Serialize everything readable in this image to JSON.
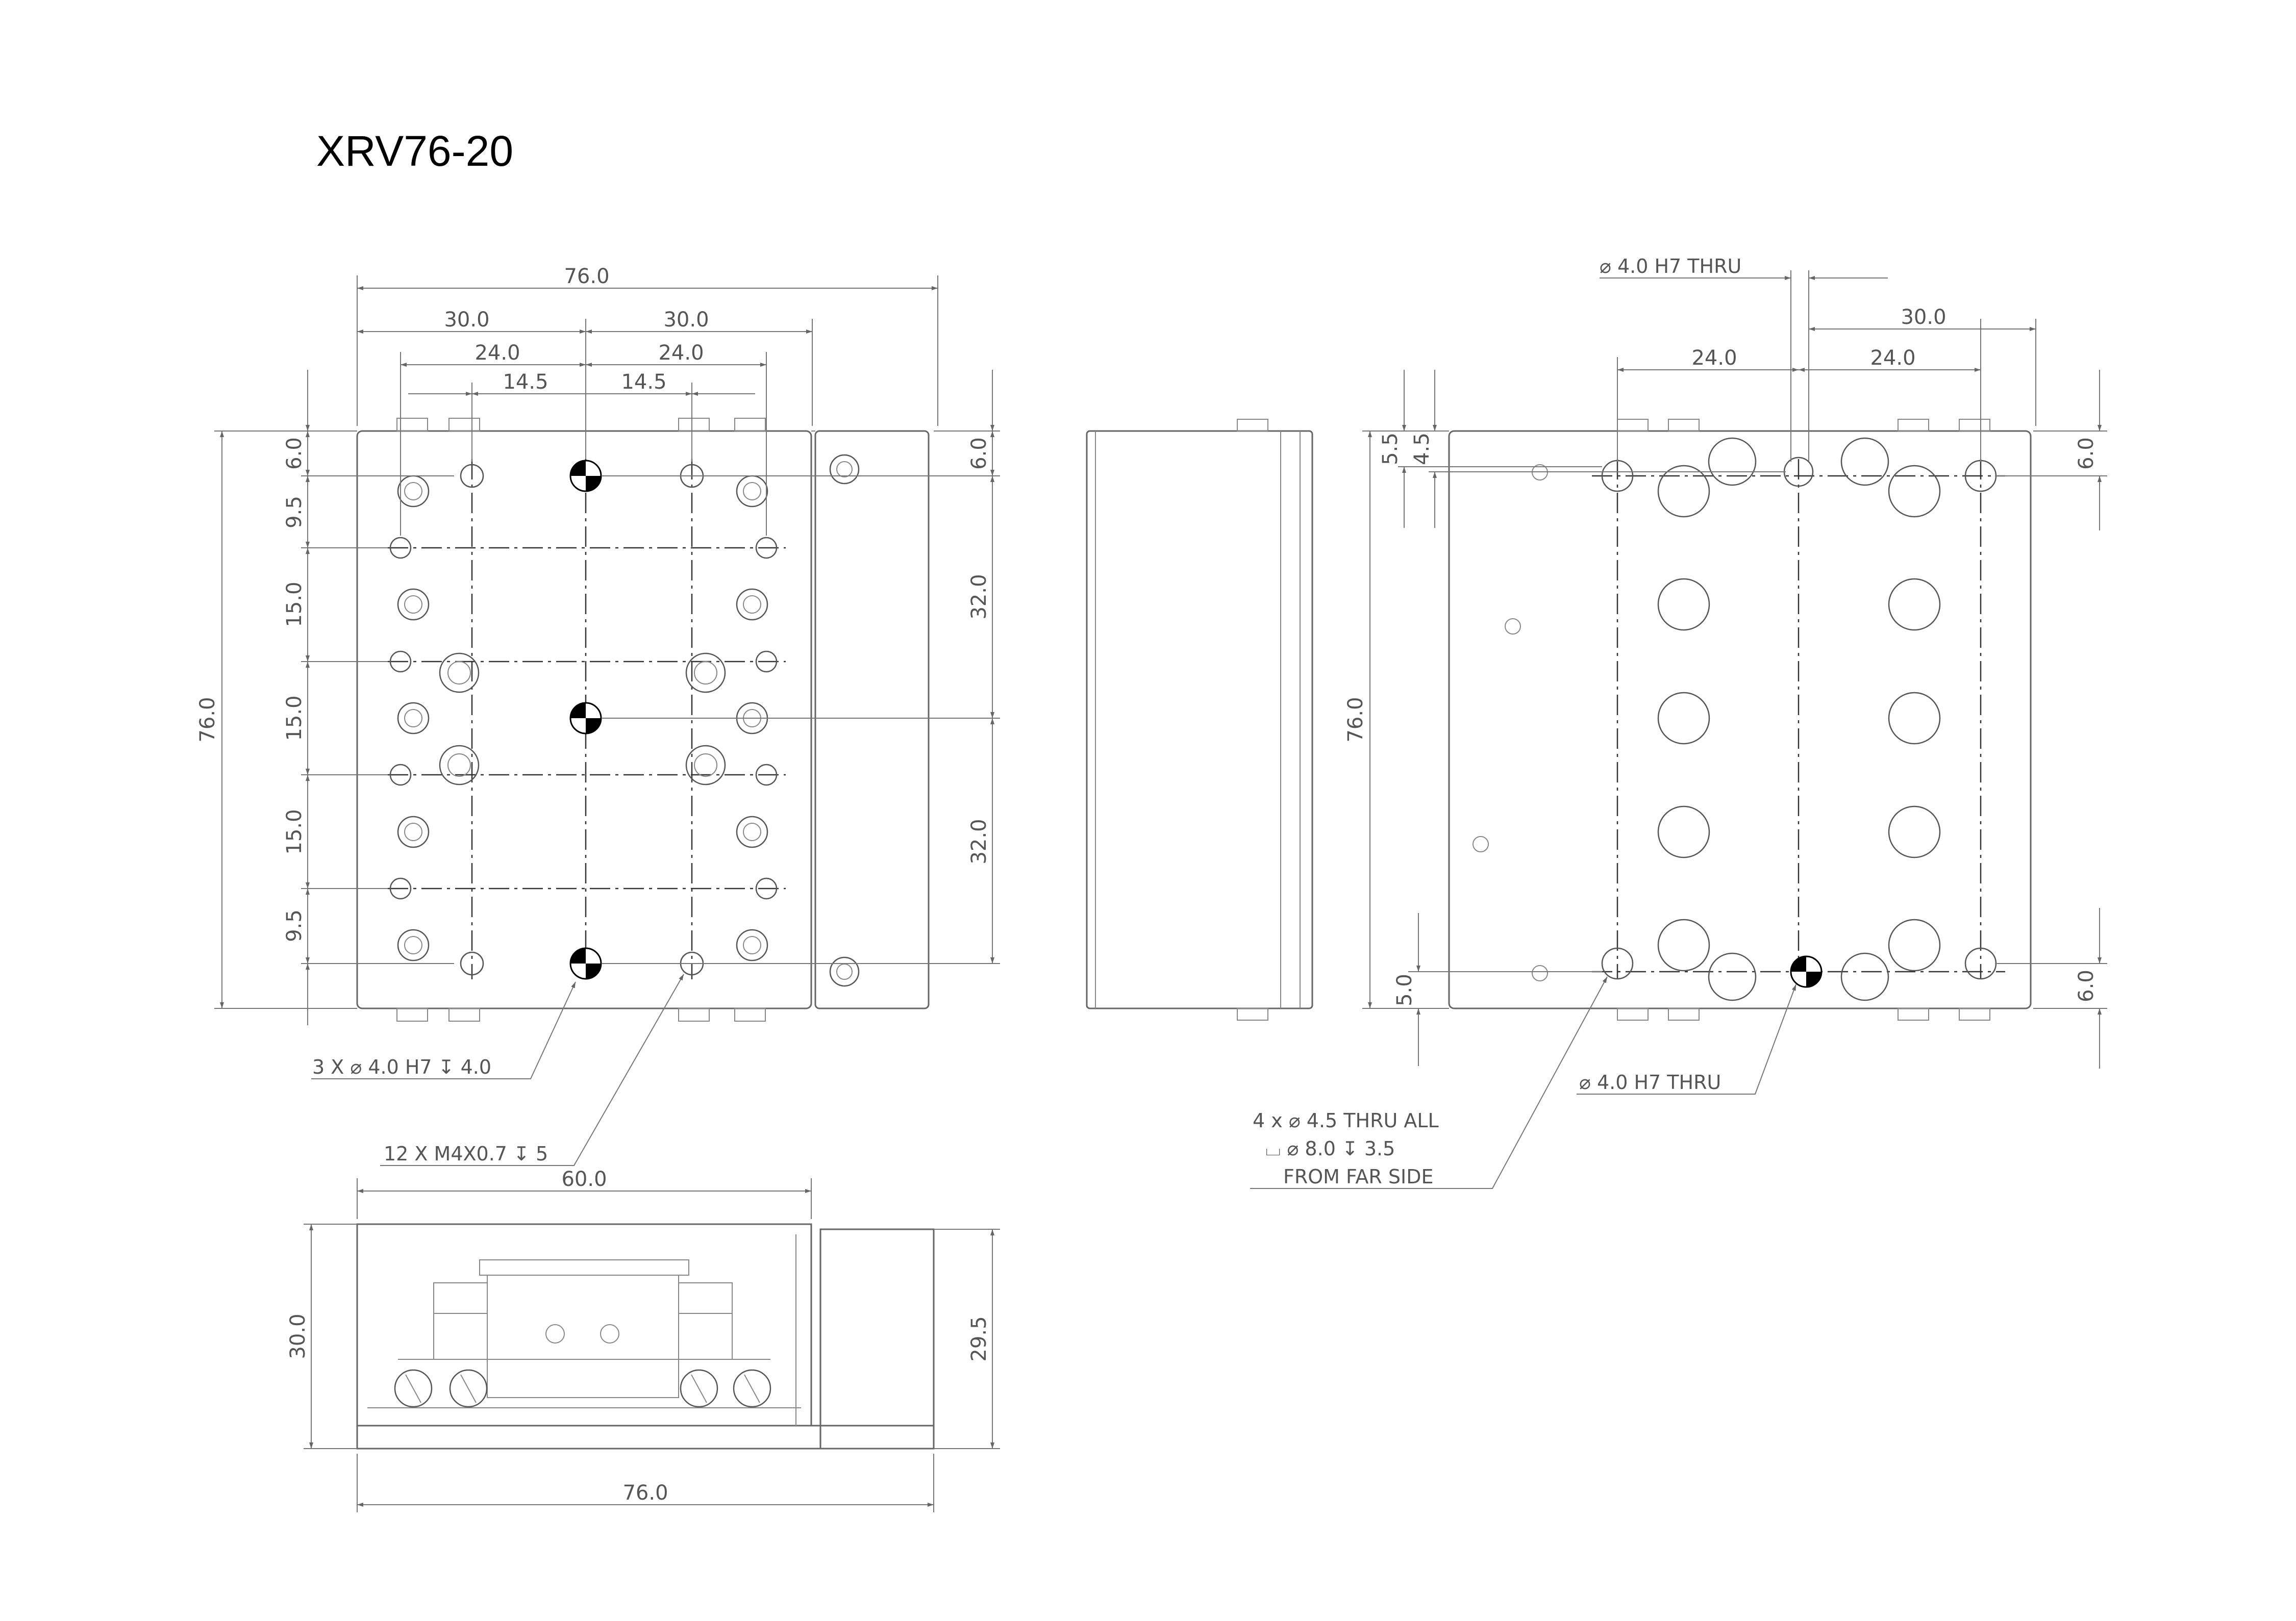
{
  "title": "XRV76-20",
  "top_view": {
    "dims_h": [
      "76.0",
      "30.0",
      "30.0",
      "24.0",
      "24.0",
      "14.5",
      "14.5"
    ],
    "dims_left": [
      "6.0",
      "9.5",
      "15.0",
      "15.0",
      "15.0",
      "9.5"
    ],
    "dim_overall": "76.0",
    "dims_right": [
      "6.0",
      "32.0",
      "32.0"
    ],
    "callouts": [
      "3 X ⌀ 4.0 H7 ↧ 4.0",
      "12 X M4X0.7 ↧ 5"
    ]
  },
  "front_view": {
    "dim_top": "60.0",
    "dim_left": "30.0",
    "dim_right": "29.5",
    "dim_bottom": "76.0"
  },
  "bottom_view": {
    "callout_top": "⌀ 4.0 H7 THRU",
    "dims_h": [
      "30.0",
      "24.0",
      "24.0"
    ],
    "dims_left": [
      "5.5",
      "4.5"
    ],
    "dim_overall": "76.0",
    "dim_left_bottom": "5.0",
    "dims_right": [
      "6.0",
      "6.0"
    ],
    "callout_bottom": "⌀ 4.0 H7 THRU",
    "callout_far": [
      "4 x ⌀ 4.5 THRU ALL",
      "⌴ ⌀ 8.0 ↧ 3.5",
      "FROM FAR SIDE"
    ]
  }
}
